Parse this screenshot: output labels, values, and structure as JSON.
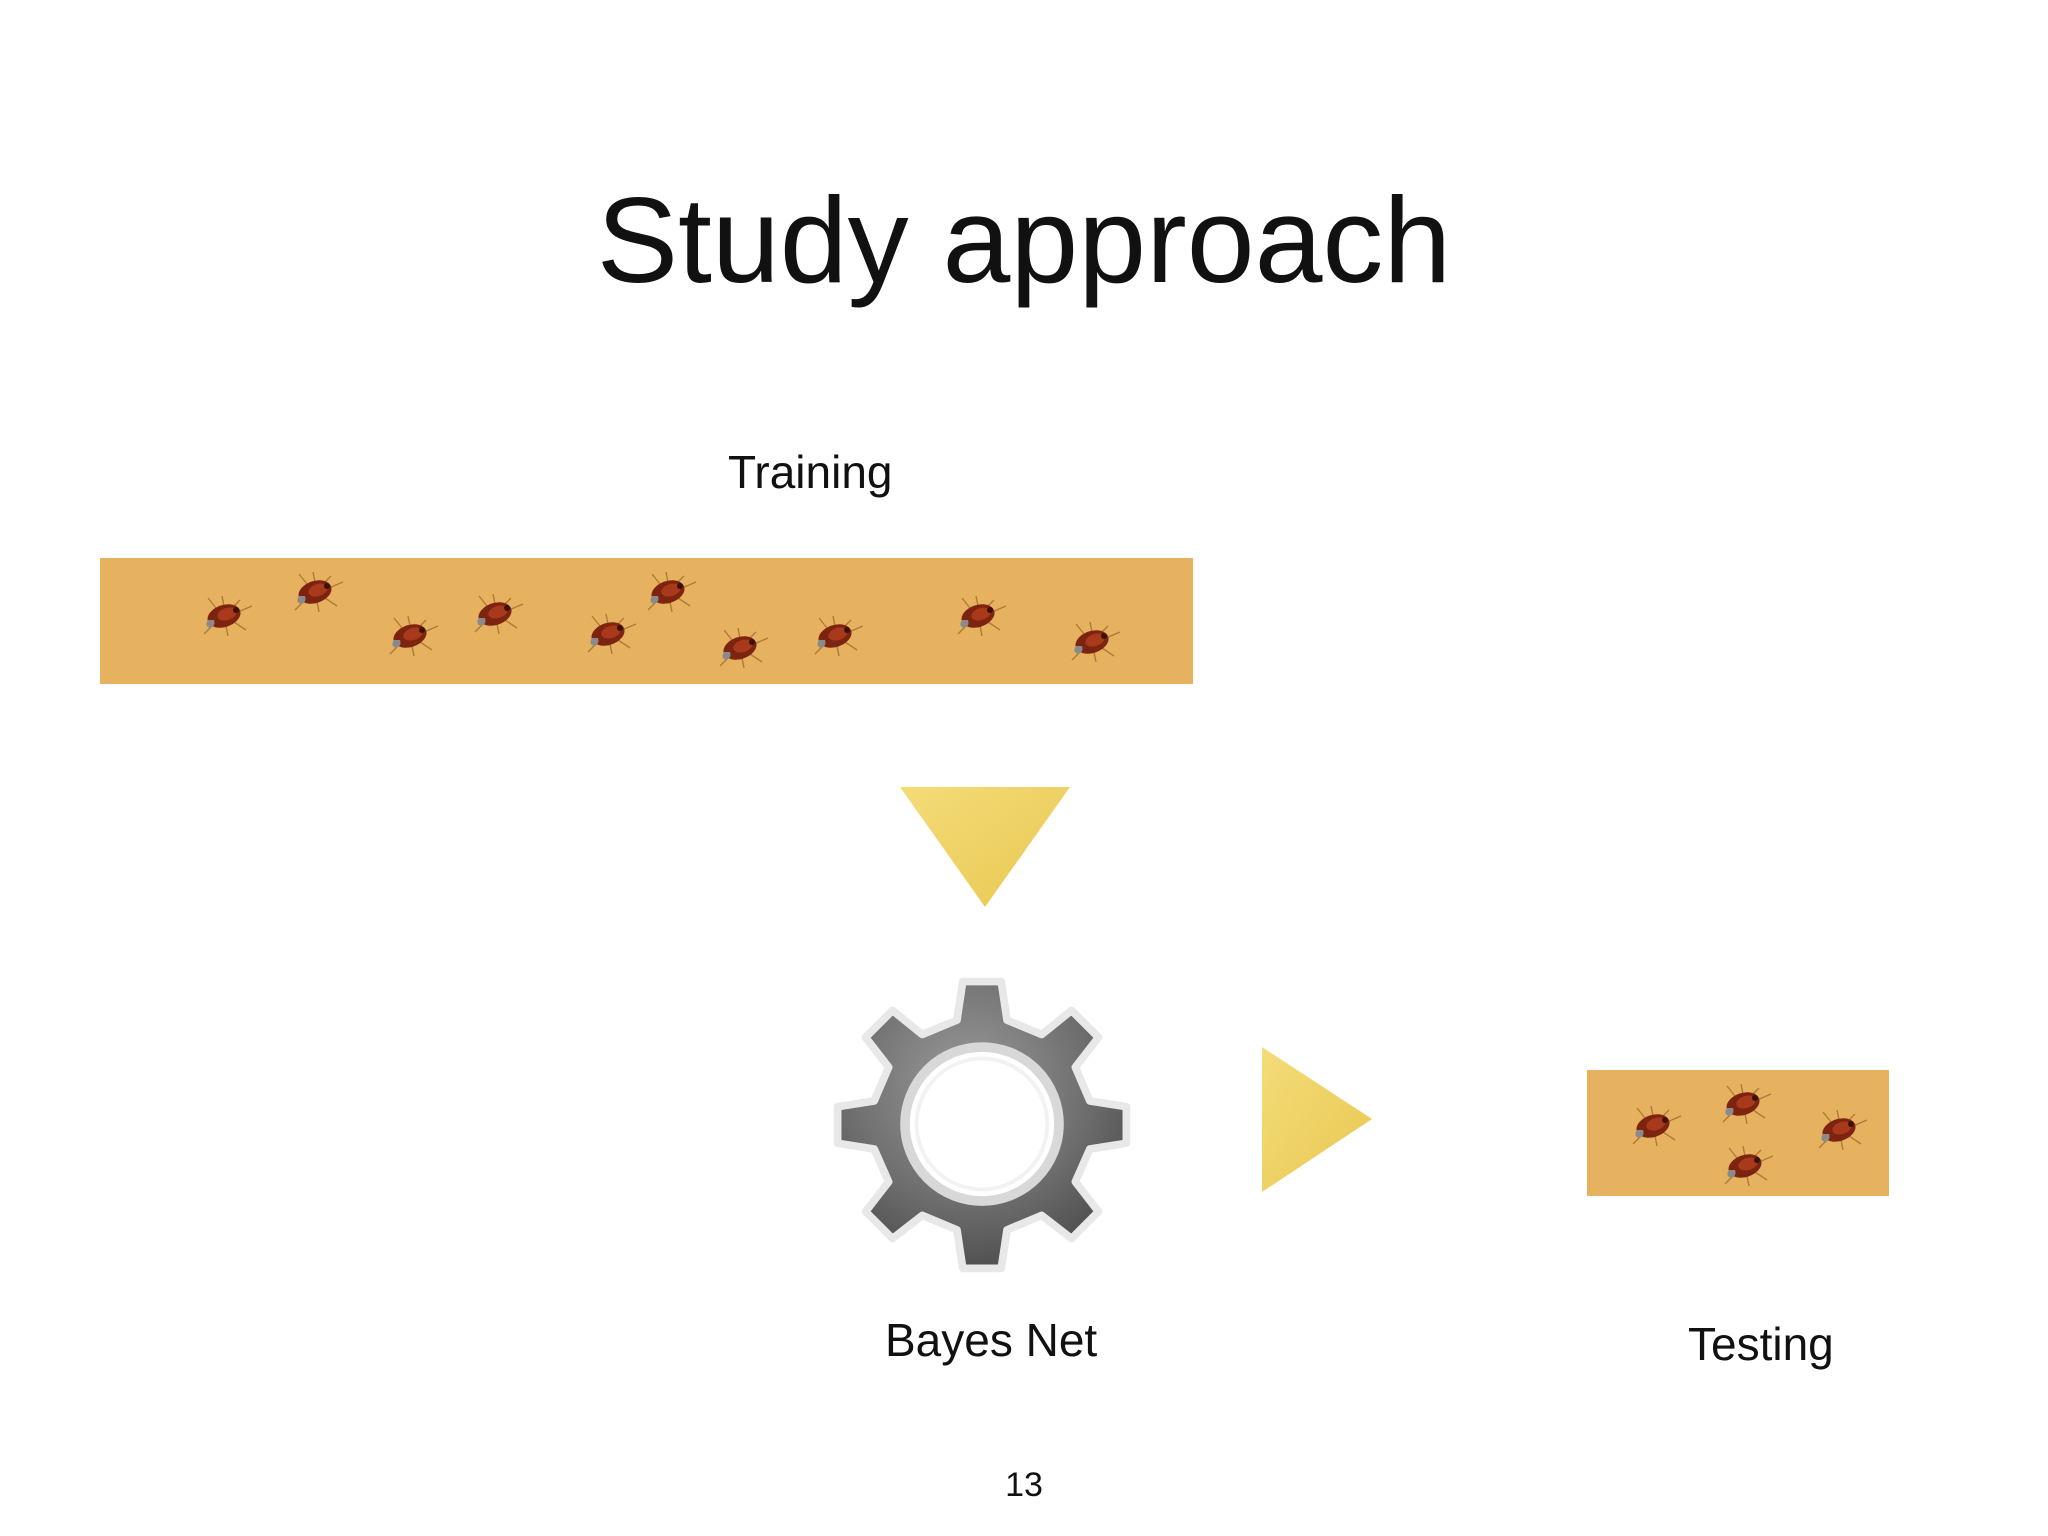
{
  "slide": {
    "title": "Study approach",
    "training_label": "Training",
    "bayes_net_label": "Bayes Net",
    "testing_label": "Testing",
    "page_number": "13"
  },
  "icons": {
    "bug": "cockroach-icon",
    "gear": "gear-icon",
    "arrow_down": "triangle-down-arrow",
    "arrow_right": "triangle-right-arrow"
  },
  "colors": {
    "strip": "#e7b25f",
    "arrow": "#f0d46a",
    "bug_body": "#8a2a12",
    "gear": "#7a7a7a"
  }
}
